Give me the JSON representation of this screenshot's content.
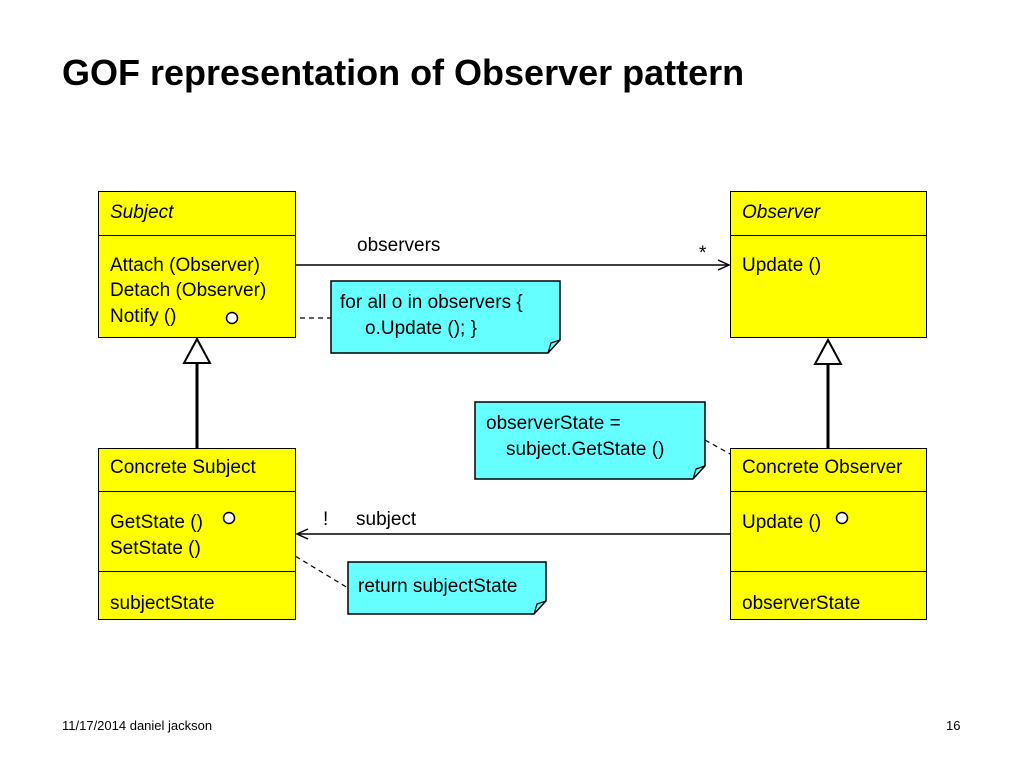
{
  "title": "GOF representation of Observer pattern",
  "colors": {
    "class_fill": "#ffff00",
    "note_fill": "#66ffff",
    "line": "#000000"
  },
  "subject": {
    "name": "Subject",
    "operations": [
      "Attach (Observer)",
      "Detach (Observer)",
      "Notify ()"
    ]
  },
  "observer": {
    "name": "Observer",
    "operations": [
      "Update ()"
    ]
  },
  "concrete_subject": {
    "name": "Concrete Subject",
    "operations": [
      "GetState ()",
      "SetState ()"
    ],
    "attributes": [
      "subjectState"
    ]
  },
  "concrete_observer": {
    "name": "Concrete Observer",
    "operations": [
      "Update ()"
    ],
    "attributes": [
      "observerState"
    ]
  },
  "notes": {
    "notify": [
      "for all o in observers {",
      "o.Update (); }"
    ],
    "update": [
      "observerState =",
      "subject.GetState ()"
    ],
    "getstate": [
      "return subjectState"
    ]
  },
  "associations": {
    "observers_role": "observers",
    "observers_mult": "*",
    "subject_role": "subject",
    "subject_mult": "!"
  },
  "footer": {
    "date_author": "11/17/2014  daniel jackson",
    "page": "16"
  }
}
